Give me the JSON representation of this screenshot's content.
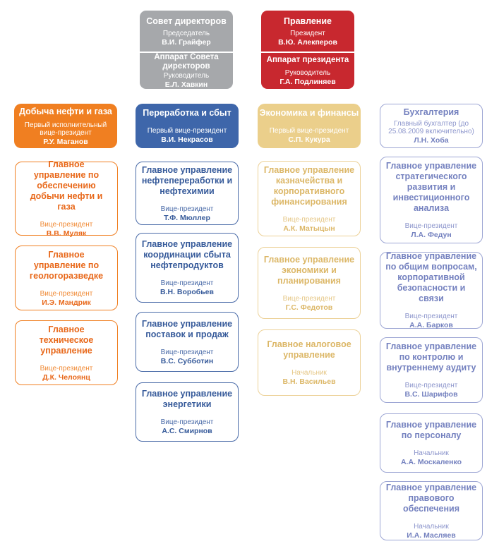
{
  "top": {
    "board": {
      "title": "Совет директоров",
      "role": "Председатель",
      "name": "В.И. Грайфер",
      "sub_title": "Аппарат Совета директоров",
      "sub_role": "Руководитель",
      "sub_name": "Е.Л. Хавкин"
    },
    "management": {
      "title": "Правление",
      "role": "Президент",
      "name": "В.Ю. Алекперов",
      "sub_title": "Аппарат президента",
      "sub_role": "Руководитель",
      "sub_name": "Г.А. Подлиняев"
    }
  },
  "columns": {
    "upstream": {
      "head": {
        "title": "Добыча нефти и газа",
        "role": "Первый исполнительный вице-президент",
        "name": "Р.У. Маганов"
      },
      "units": [
        {
          "title": "Главное управление по обеспечению добычи нефти и газа",
          "role": "Вице-президент",
          "name": "В.В. Муляк"
        },
        {
          "title": "Главное управление по геологоразведке",
          "role": "Вице-президент",
          "name": "И.Э. Мандрик"
        },
        {
          "title": "Главное техническое управление",
          "role": "Вице-президент",
          "name": "Д.К. Челоянц"
        }
      ]
    },
    "downstream": {
      "head": {
        "title": "Переработка и сбыт",
        "role": "Первый вице-президент",
        "name": "В.И. Некрасов"
      },
      "units": [
        {
          "title": "Главное управление нефтепереработки и нефтехимии",
          "role": "Вице-президент",
          "name": "Т.Ф. Мюллер"
        },
        {
          "title": "Главное управление координации сбыта нефтепродуктов",
          "role": "Вице-президент",
          "name": "В.Н. Воробьев"
        },
        {
          "title": "Главное управление поставок и продаж",
          "role": "Вице-президент",
          "name": "В.С. Субботин"
        },
        {
          "title": "Главное управление энергетики",
          "role": "Вице-президент",
          "name": "А.С. Смирнов"
        }
      ]
    },
    "finance": {
      "head": {
        "title": "Экономика и финансы",
        "role": "Первый вице-президент",
        "name": "С.П. Кукура"
      },
      "units": [
        {
          "title": "Главное управление казначейства и корпоративного финансирования",
          "role": "Вице-президент",
          "name": "А.К. Матыцын"
        },
        {
          "title": "Главное управление экономики и планирования",
          "role": "Вице-президент",
          "name": "Г.С. Федотов"
        },
        {
          "title": "Главное налоговое управление",
          "role": "Начальник",
          "name": "В.Н. Васильев"
        }
      ]
    },
    "other": {
      "head": {
        "title": "Бухгалтерия",
        "role": "Главный бухгалтер (до 25.08.2009 включительно)",
        "name": "Л.Н. Хоба"
      },
      "units": [
        {
          "title": "Главное управление стратегического развития и инвестиционного анализа",
          "role": "Вице-президент",
          "name": "Л.А. Федун"
        },
        {
          "title": "Главное управление по общим вопросам, корпоративной безопасности и связи",
          "role": "Вице-президент",
          "name": "А.А. Барков"
        },
        {
          "title": "Главное управление по контролю и внутреннему аудиту",
          "role": "Вице-президент",
          "name": "В.С. Шарифов"
        },
        {
          "title": "Главное управление по персоналу",
          "role": "Начальник",
          "name": "А.А. Москаленко"
        },
        {
          "title": "Главное управление правового обеспечения",
          "role": "Начальник",
          "name": "И.А. Масляев"
        }
      ]
    }
  }
}
